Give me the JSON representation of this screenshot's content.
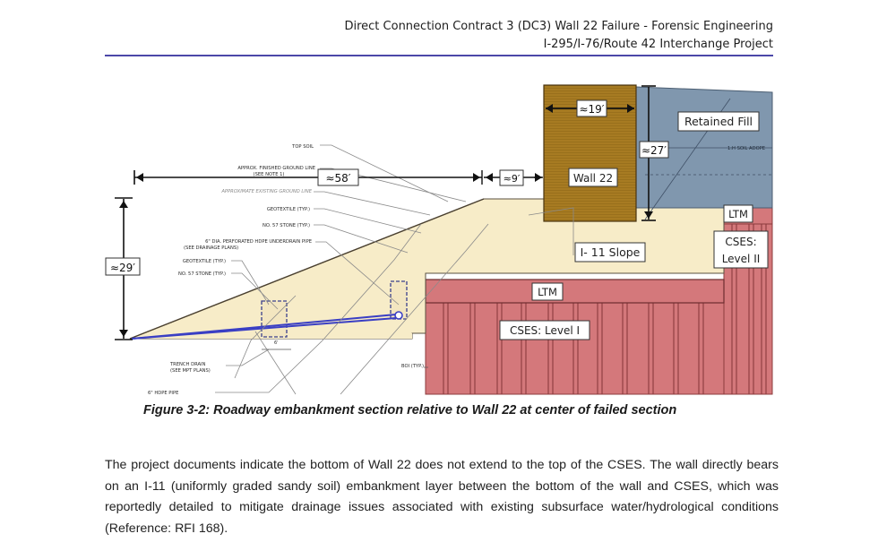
{
  "header": {
    "line1": "Direct Connection Contract 3 (DC3) Wall 22 Failure - Forensic Engineering",
    "line2": "I-295/I-76/Route 42 Interchange Project",
    "rule_color": "#4b47a8"
  },
  "figure": {
    "labels": {
      "wall": "Wall 22",
      "retained_fill": "Retained Fill",
      "slope": "I- 11 Slope",
      "ltm_lower": "LTM",
      "ltm_upper": "LTM",
      "cses_level_1": "CSES: Level I",
      "cses_level_2_line1": "CSES:",
      "cses_level_2_line2": "Level II"
    },
    "dimensions": {
      "wall_width": "≈19′",
      "wall_height": "≈27′",
      "horizontal_58": "≈58′",
      "horizontal_9": "≈9′",
      "vertical_29": "≈29′"
    },
    "callouts": {
      "top_soil": "TOP SOIL",
      "finished_ground_1": "APPROX. FINISHED GROUND LINE",
      "finished_ground_2": "(SEE NOTE 1)",
      "existing_ground": "APPROXIMATE EXISTING GROUND LINE",
      "geotextile_1": "GEOTEXTILE (TYP.)",
      "stone_1": "NO. 57 STONE (TYP.)",
      "underdrain_1": "6\" DIA. PERFORATED HDPE UNDERDRAIN PIPE",
      "underdrain_2": "(SEE DRAINAGE PLANS)",
      "geotextile_2": "GEOTEXTILE (TYP.)",
      "stone_2": "NO. 57 STONE (TYP.)",
      "trench_drain_1": "TRENCH DRAIN",
      "trench_drain_2": "(SEE MPT PLANS)",
      "hdpe_pipe": "6\" HDPE PIPE",
      "boi": "BOI (TYP.)",
      "top_soil_right": "1:H SOIL ADOPE",
      "spacing_mark": "6'"
    },
    "colors": {
      "wall": "#a77b22",
      "retained_fill": "#8097ae",
      "embankment": "#f7ecc8",
      "cses": "#d4787b",
      "drain_pipe": "#3a3fc4"
    }
  },
  "caption": "Figure 3-2:  Roadway embankment section relative to Wall 22 at center of failed section",
  "paragraph": "The project documents indicate the bottom of Wall 22 does not extend to the top of the CSES. The wall directly bears on an I-11 (uniformly graded sandy soil) embankment layer between the bottom of the wall and CSES, which was reportedly detailed to mitigate drainage issues associated with existing subsurface water/hydrological conditions (Reference: RFI 168)."
}
